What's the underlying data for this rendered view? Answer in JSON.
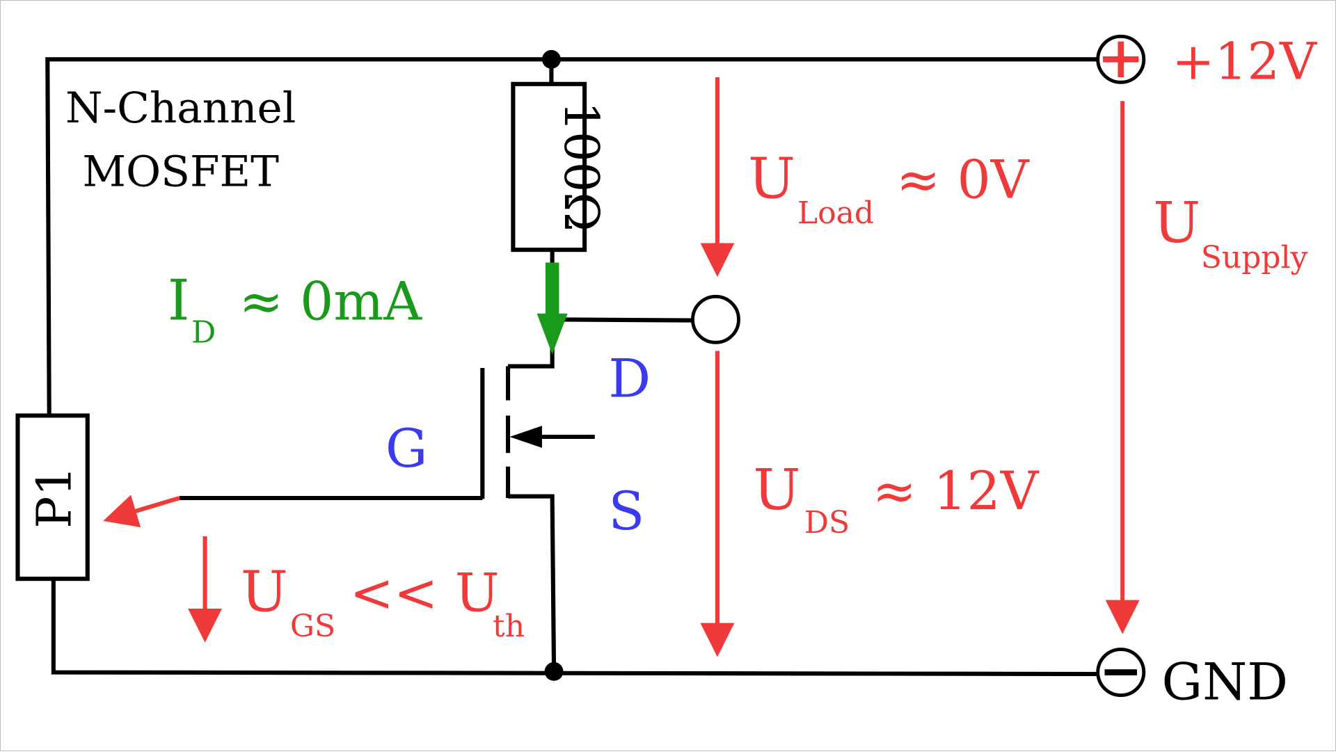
{
  "title": {
    "line1": "N-Channel",
    "line2": "MOSFET"
  },
  "resistor": {
    "label": "100Ω"
  },
  "potentiometer": {
    "label": "P1"
  },
  "terminals": {
    "positive": "+12V",
    "negative": "GND"
  },
  "pins": {
    "drain": "D",
    "gate": "G",
    "source": "S"
  },
  "current": {
    "symbol": "I",
    "sub": "D",
    "rest": "≈ 0mA"
  },
  "u_load": {
    "symbol": "U",
    "sub": "Load",
    "rest": "≈ 0V"
  },
  "u_ds": {
    "symbol": "U",
    "sub": "DS",
    "rest": "≈ 12V"
  },
  "u_supply": {
    "symbol": "U",
    "sub": "Supply"
  },
  "u_gs": {
    "symbol": "U",
    "sub": "GS",
    "mid": "<< U",
    "sub2": "th"
  },
  "colors": {
    "wire": "#000000",
    "voltage": "#f03a3a",
    "current": "#1a9a1a",
    "pin": "#3a3af0"
  }
}
